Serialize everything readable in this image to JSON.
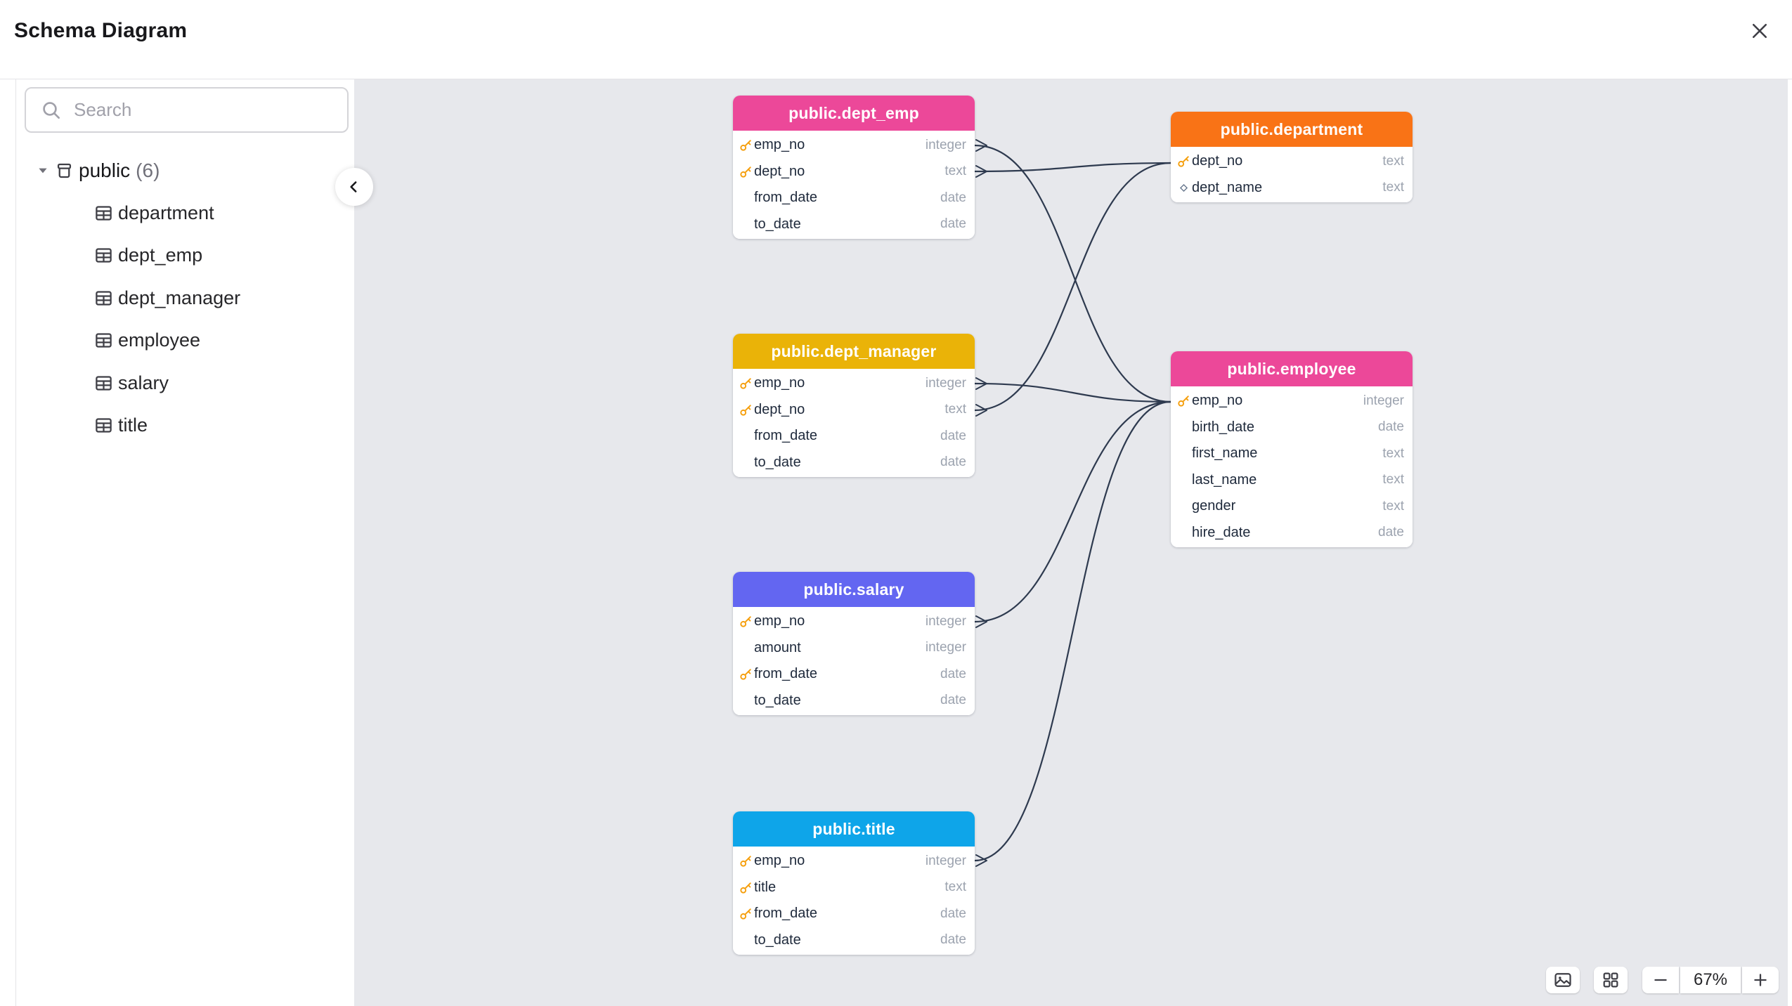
{
  "header": {
    "title": "Schema Diagram"
  },
  "sidebar": {
    "search": {
      "placeholder": "Search"
    },
    "tree": {
      "schema": {
        "label": "public",
        "count": "(6)"
      },
      "items": [
        {
          "label": "department"
        },
        {
          "label": "dept_emp"
        },
        {
          "label": "dept_manager"
        },
        {
          "label": "employee"
        },
        {
          "label": "salary"
        },
        {
          "label": "title"
        }
      ]
    }
  },
  "diagram": {
    "tables": [
      {
        "title": "public.dept_emp",
        "header_color": "#ec4899",
        "rows": [
          {
            "name": "emp_no",
            "type": "integer",
            "key": true
          },
          {
            "name": "dept_no",
            "type": "text",
            "key": true
          },
          {
            "name": "from_date",
            "type": "date",
            "key": false
          },
          {
            "name": "to_date",
            "type": "date",
            "key": false
          }
        ]
      },
      {
        "title": "public.department",
        "header_color": "#f97316",
        "rows": [
          {
            "name": "dept_no",
            "type": "text",
            "key": true
          },
          {
            "name": "dept_name",
            "type": "text",
            "key": false,
            "unique": true
          }
        ]
      },
      {
        "title": "public.dept_manager",
        "header_color": "#eab308",
        "rows": [
          {
            "name": "emp_no",
            "type": "integer",
            "key": true
          },
          {
            "name": "dept_no",
            "type": "text",
            "key": true
          },
          {
            "name": "from_date",
            "type": "date",
            "key": false
          },
          {
            "name": "to_date",
            "type": "date",
            "key": false
          }
        ]
      },
      {
        "title": "public.employee",
        "header_color": "#ec4899",
        "rows": [
          {
            "name": "emp_no",
            "type": "integer",
            "key": true
          },
          {
            "name": "birth_date",
            "type": "date",
            "key": false
          },
          {
            "name": "first_name",
            "type": "text",
            "key": false
          },
          {
            "name": "last_name",
            "type": "text",
            "key": false
          },
          {
            "name": "gender",
            "type": "text",
            "key": false
          },
          {
            "name": "hire_date",
            "type": "date",
            "key": false
          }
        ]
      },
      {
        "title": "public.salary",
        "header_color": "#6366f1",
        "rows": [
          {
            "name": "emp_no",
            "type": "integer",
            "key": true
          },
          {
            "name": "amount",
            "type": "integer",
            "key": false
          },
          {
            "name": "from_date",
            "type": "date",
            "key": true
          },
          {
            "name": "to_date",
            "type": "date",
            "key": false
          }
        ]
      },
      {
        "title": "public.title",
        "header_color": "#0ea5e9",
        "rows": [
          {
            "name": "emp_no",
            "type": "integer",
            "key": true
          },
          {
            "name": "title",
            "type": "text",
            "key": true
          },
          {
            "name": "from_date",
            "type": "date",
            "key": true
          },
          {
            "name": "to_date",
            "type": "date",
            "key": false
          }
        ]
      }
    ],
    "edges": [
      {
        "from": "public.dept_emp.emp_no",
        "to": "public.employee.emp_no"
      },
      {
        "from": "public.dept_emp.dept_no",
        "to": "public.department.dept_no"
      },
      {
        "from": "public.dept_manager.emp_no",
        "to": "public.employee.emp_no"
      },
      {
        "from": "public.dept_manager.dept_no",
        "to": "public.department.dept_no"
      },
      {
        "from": "public.salary.emp_no",
        "to": "public.employee.emp_no"
      },
      {
        "from": "public.title.emp_no",
        "to": "public.employee.emp_no"
      }
    ]
  },
  "controls": {
    "zoom_level": "67%"
  },
  "icons": [
    "search-icon",
    "caret-down-icon",
    "schema-icon",
    "table-icon",
    "chevron-left-icon",
    "close-icon",
    "primary-key-icon",
    "unique-diamond-icon",
    "image-export-icon",
    "grid-layout-icon",
    "zoom-out-icon",
    "zoom-in-icon"
  ],
  "colors": {
    "canvas": "#e7e8ec",
    "edge": "#2e3a4f",
    "pink": "#ec4899",
    "orange": "#f97316",
    "amber": "#eab308",
    "indigo": "#6366f1",
    "sky": "#0ea5e9"
  }
}
